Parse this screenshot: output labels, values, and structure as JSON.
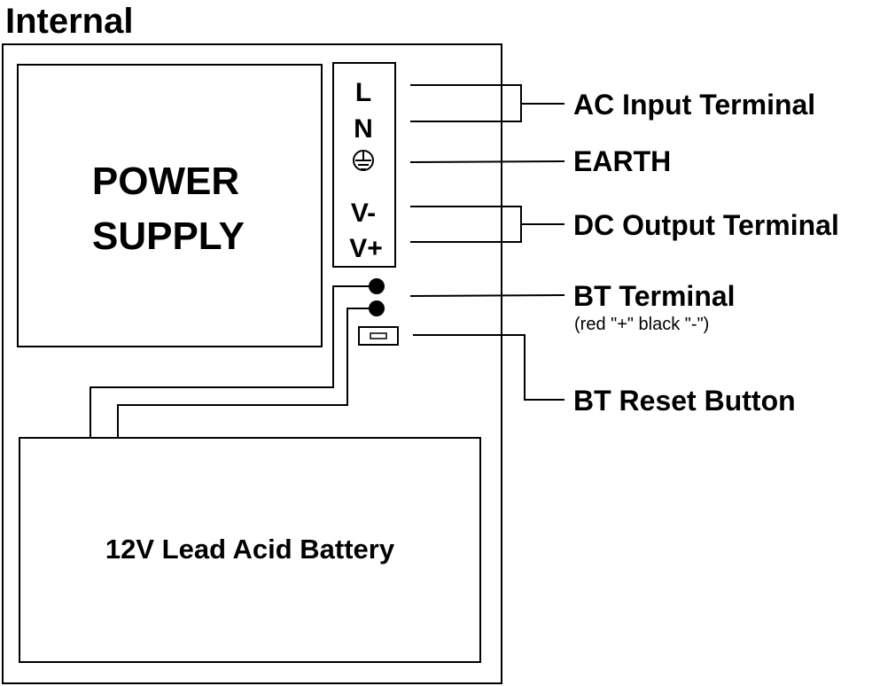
{
  "title": "Internal",
  "power_supply": {
    "line1": "POWER",
    "line2": "SUPPLY"
  },
  "terminal_block": {
    "l": "L",
    "n": "N",
    "v_minus": "V-",
    "v_plus": "V+"
  },
  "battery": {
    "label": "12V Lead Acid Battery"
  },
  "callouts": {
    "ac_input": "AC Input Terminal",
    "earth": "EARTH",
    "dc_output": "DC Output Terminal",
    "bt_terminal": "BT Terminal",
    "bt_terminal_note": "(red \"+\" black \"-\")",
    "bt_reset": "BT Reset Button"
  },
  "icons": {
    "earth_symbol": "earth-ground-icon"
  }
}
